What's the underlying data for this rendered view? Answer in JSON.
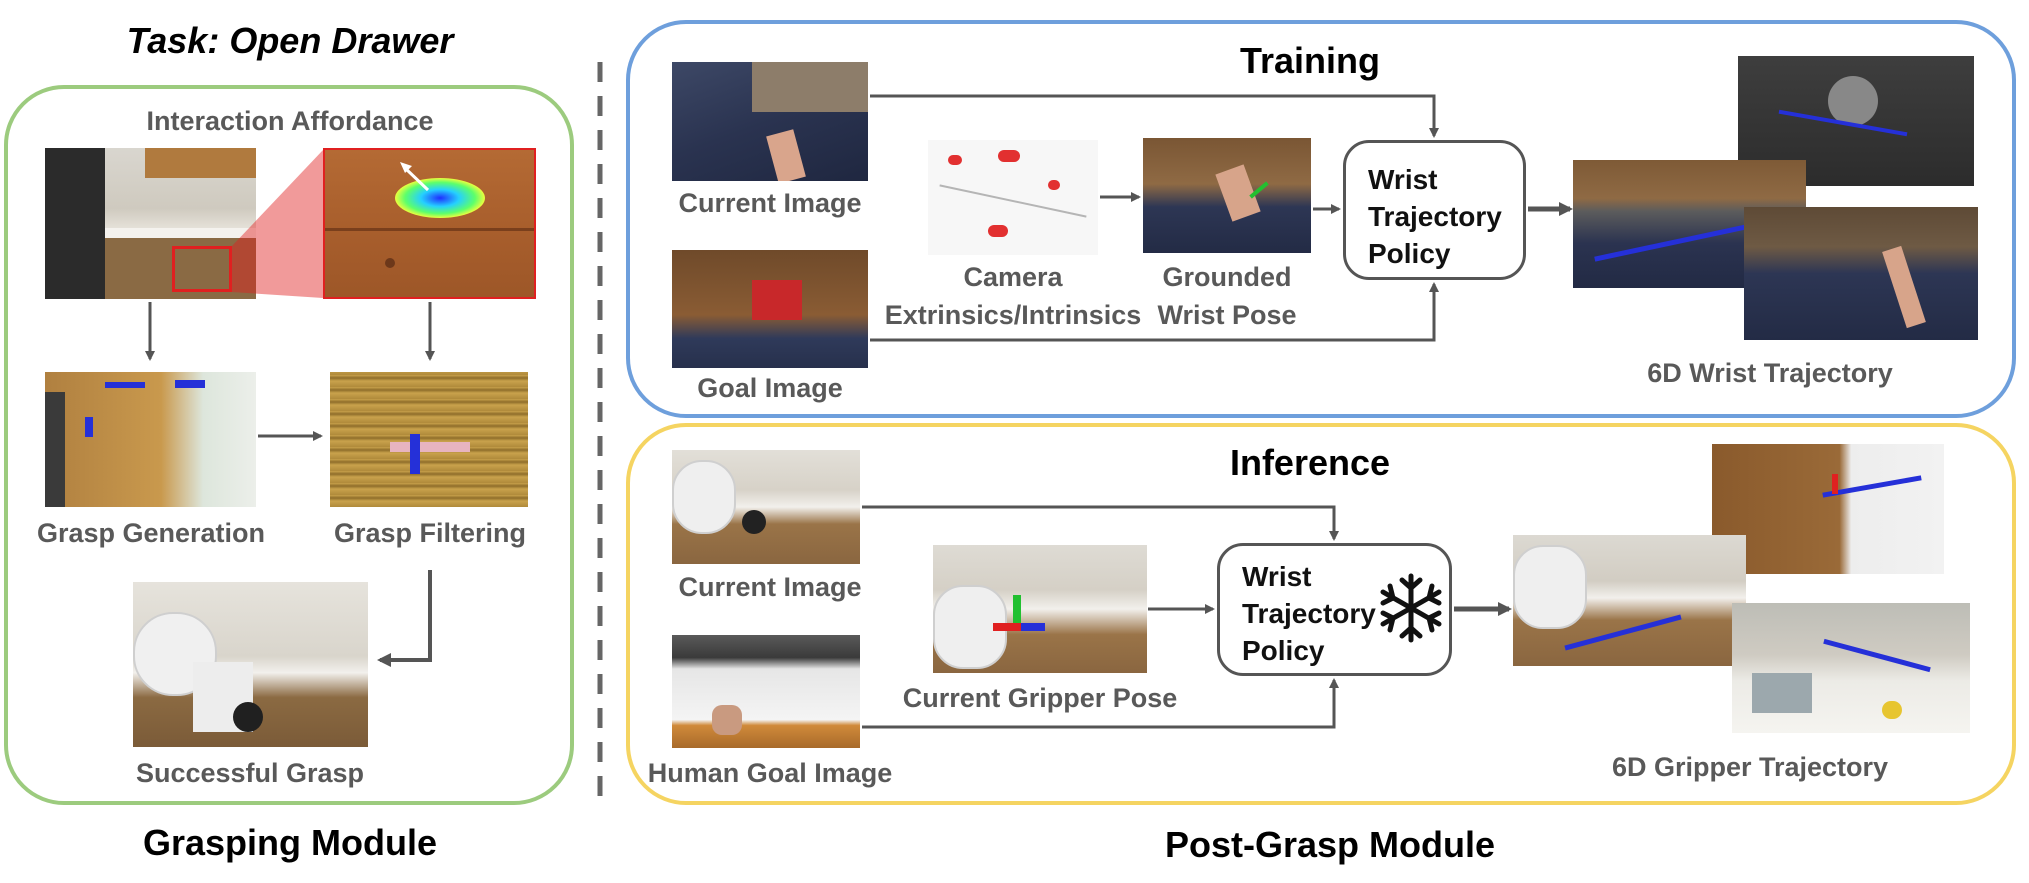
{
  "grasping": {
    "task_title": "Task: Open Drawer",
    "interaction_affordance": "Interaction Affordance",
    "grasp_generation": "Grasp Generation",
    "grasp_filtering": "Grasp Filtering",
    "successful_grasp": "Successful Grasp",
    "module_title": "Grasping Module"
  },
  "training": {
    "title": "Training",
    "current_image": "Current Image",
    "goal_image": "Goal Image",
    "camera_line1": "Camera",
    "camera_line2": "Extrinsics/Intrinsics",
    "grounded_line1": "Grounded",
    "grounded_line2": "Wrist Pose",
    "policy_lines": [
      "Wrist",
      "Trajectory",
      "Policy"
    ],
    "output": "6D Wrist Trajectory"
  },
  "inference": {
    "title": "Inference",
    "current_image": "Current Image",
    "human_goal_image": "Human Goal Image",
    "gripper_pose": "Current Gripper Pose",
    "policy_lines": [
      "Wrist",
      "Trajectory",
      "Policy"
    ],
    "output": "6D Gripper Trajectory"
  },
  "post_grasp_title": "Post-Grasp Module",
  "colors": {
    "grasp_border": "#9ccb7e",
    "training_border": "#6e9fdc",
    "inference_border": "#f5d461",
    "arrow": "#555555",
    "zoom_red": "#e02020"
  },
  "icons": {
    "frozen": "snowflake-icon"
  }
}
